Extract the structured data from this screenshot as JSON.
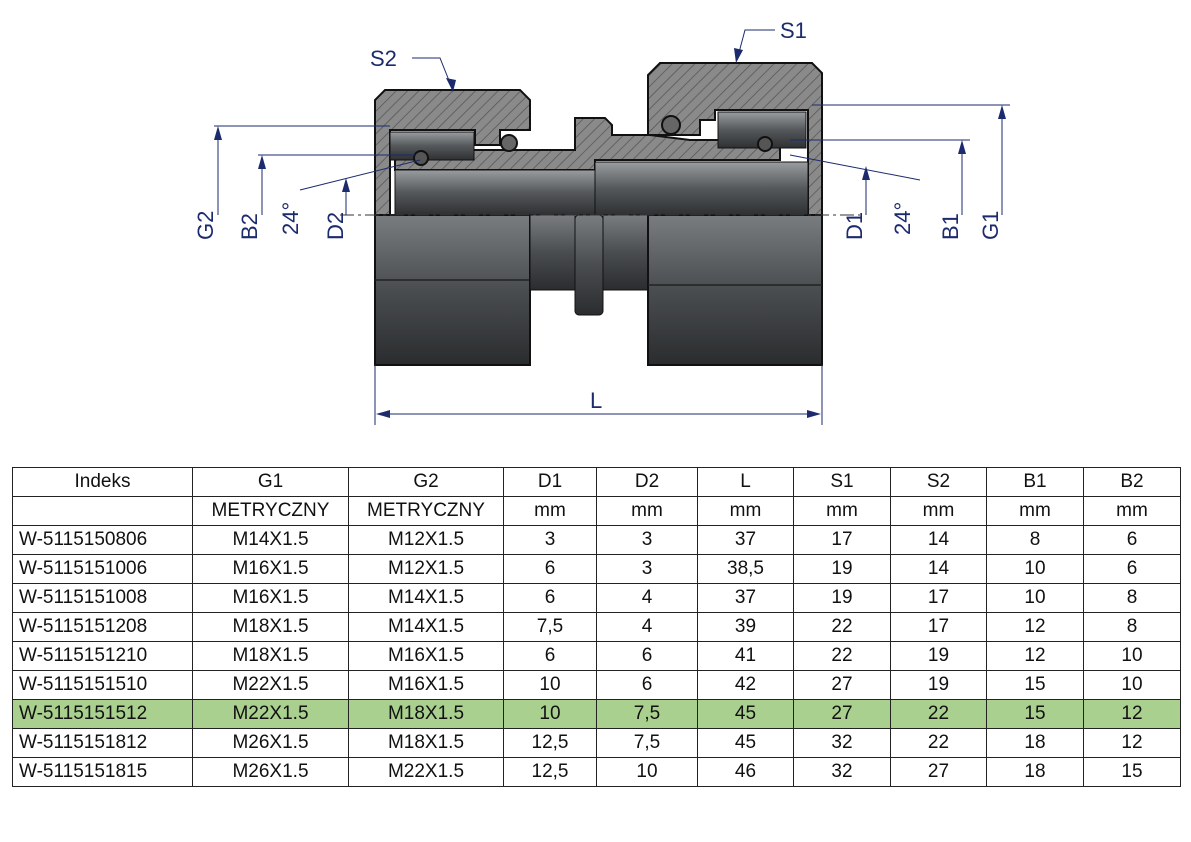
{
  "drawing": {
    "labels": {
      "s1": "S1",
      "s2": "S2",
      "g2": "G2",
      "b2": "B2",
      "angle_left": "24°",
      "d2": "D2",
      "d1": "D1",
      "angle_right": "24°",
      "b1": "B1",
      "g1": "G1",
      "l": "L"
    }
  },
  "table": {
    "headers": [
      "Indeks",
      "G1",
      "G2",
      "D1",
      "D2",
      "L",
      "S1",
      "S2",
      "B1",
      "B2"
    ],
    "units": [
      "",
      "METRYCZNY",
      "METRYCZNY",
      "mm",
      "mm",
      "mm",
      "mm",
      "mm",
      "mm",
      "mm"
    ],
    "highlight_color": "#a9d08e",
    "highlighted_row": 6,
    "rows": [
      [
        "W-5115150806",
        "M14X1.5",
        "M12X1.5",
        "3",
        "3",
        "37",
        "17",
        "14",
        "8",
        "6"
      ],
      [
        "W-5115151006",
        "M16X1.5",
        "M12X1.5",
        "6",
        "3",
        "38,5",
        "19",
        "14",
        "10",
        "6"
      ],
      [
        "W-5115151008",
        "M16X1.5",
        "M14X1.5",
        "6",
        "4",
        "37",
        "19",
        "17",
        "10",
        "8"
      ],
      [
        "W-5115151208",
        "M18X1.5",
        "M14X1.5",
        "7,5",
        "4",
        "39",
        "22",
        "17",
        "12",
        "8"
      ],
      [
        "W-5115151210",
        "M18X1.5",
        "M16X1.5",
        "6",
        "6",
        "41",
        "22",
        "19",
        "12",
        "10"
      ],
      [
        "W-5115151510",
        "M22X1.5",
        "M16X1.5",
        "10",
        "6",
        "42",
        "27",
        "19",
        "15",
        "10"
      ],
      [
        "W-5115151512",
        "M22X1.5",
        "M18X1.5",
        "10",
        "7,5",
        "45",
        "27",
        "22",
        "15",
        "12"
      ],
      [
        "W-5115151812",
        "M26X1.5",
        "M18X1.5",
        "12,5",
        "7,5",
        "45",
        "32",
        "22",
        "18",
        "12"
      ],
      [
        "W-5115151815",
        "M26X1.5",
        "M22X1.5",
        "12,5",
        "10",
        "46",
        "32",
        "27",
        "18",
        "15"
      ]
    ]
  }
}
